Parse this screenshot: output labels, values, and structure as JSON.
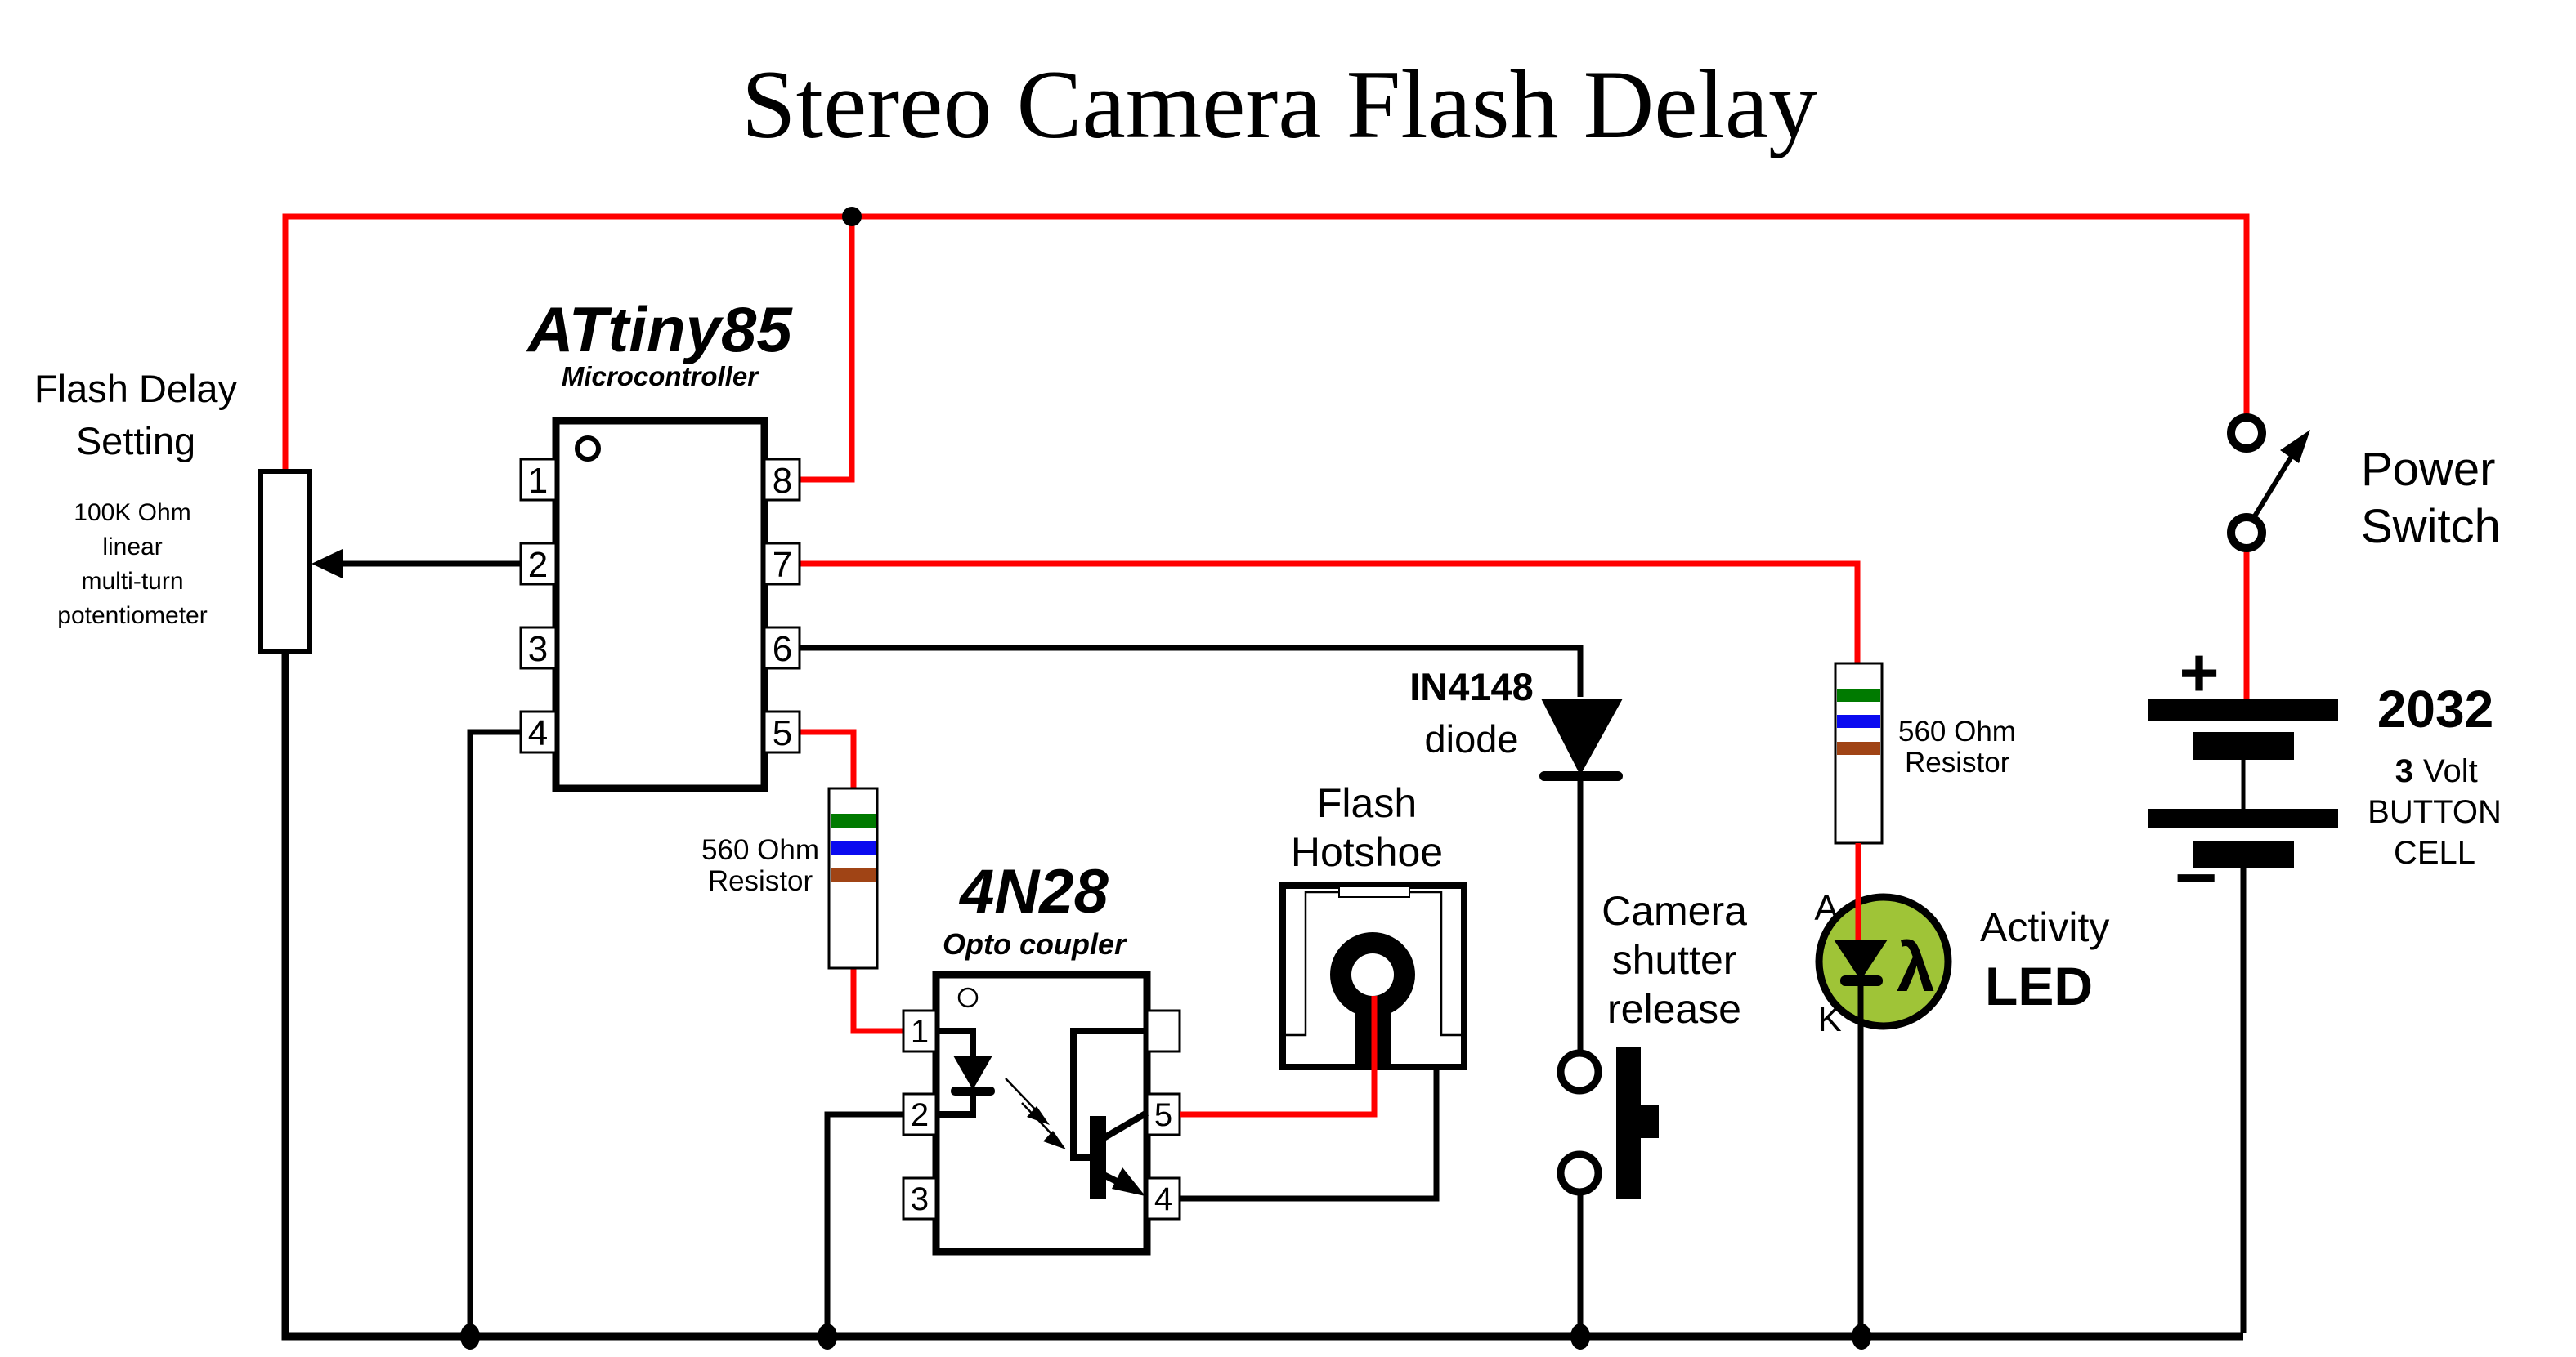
{
  "title": "Stereo Camera Flash Delay",
  "pot": {
    "title1": "Flash Delay",
    "title2": "Setting",
    "specs": [
      "100K Ohm",
      "linear",
      "multi-turn",
      "potentiometer"
    ]
  },
  "mcu": {
    "name": "ATtiny85",
    "subtitle": "Microcontroller",
    "left_pins": [
      "1",
      "2",
      "3",
      "4"
    ],
    "right_pins": [
      "8",
      "7",
      "6",
      "5"
    ]
  },
  "r1": {
    "line1": "560 Ohm",
    "line2": "Resistor"
  },
  "r2": {
    "line1": "560 Ohm",
    "line2": "Resistor"
  },
  "opto": {
    "name": "4N28",
    "subtitle": "Opto coupler",
    "pin1": "1",
    "pin2": "2",
    "pin3": "3",
    "pin5": "5",
    "pin4": "4"
  },
  "diode": {
    "name": "IN4148",
    "subtitle": "diode"
  },
  "hotshoe": {
    "line1": "Flash",
    "line2": "Hotshoe"
  },
  "shutter": {
    "line1": "Camera",
    "line2": "shutter",
    "line3": "release"
  },
  "led": {
    "anode": "A",
    "cathode": "K",
    "lambda": "λ",
    "line1": "Activity",
    "line2": "LED"
  },
  "switch": {
    "line1": "Power",
    "line2": "Switch"
  },
  "battery": {
    "plus": "+",
    "minus": "−",
    "model": "2032",
    "volt_num": "3",
    "volt_word": "Volt",
    "line2": "BUTTON",
    "line3": "CELL"
  },
  "colors": {
    "wire_hot": "#ff0000",
    "wire_gnd": "#000000",
    "led_fill": "#9fc437",
    "band_green": "#007a00",
    "band_blue": "#0a0af0",
    "band_brown": "#a04415"
  }
}
